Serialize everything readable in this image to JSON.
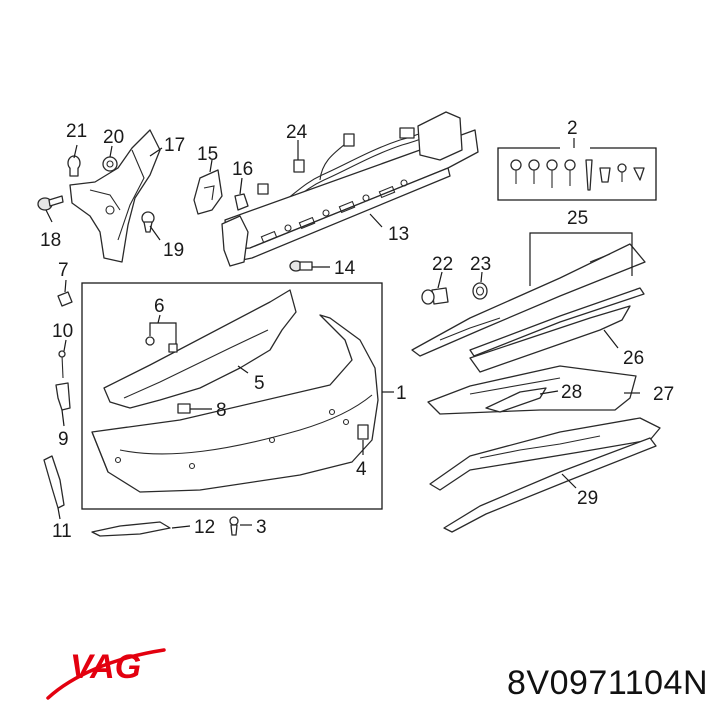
{
  "brand": {
    "name": "VAG",
    "color": "#e3000f"
  },
  "part_number": "8V0971104N",
  "callouts": {
    "c1": "1",
    "c2": "2",
    "c3": "3",
    "c4": "4",
    "c5": "5",
    "c6": "6",
    "c7": "7",
    "c8": "8",
    "c9": "9",
    "c10": "10",
    "c11": "11",
    "c12": "12",
    "c13": "13",
    "c14": "14",
    "c15": "15",
    "c16": "16",
    "c17": "17",
    "c18": "18",
    "c19": "19",
    "c20": "20",
    "c21": "21",
    "c22": "22",
    "c23": "23",
    "c24": "24",
    "c25": "25",
    "c26": "26",
    "c27": "27",
    "c28": "28",
    "c29": "29"
  }
}
